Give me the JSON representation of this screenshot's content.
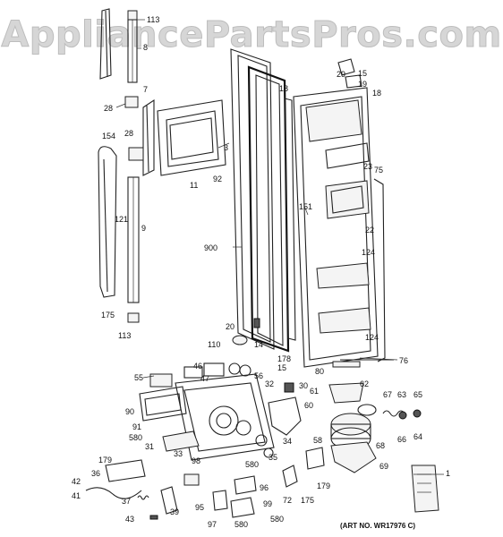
{
  "watermark": "AppliancePartsPros.com",
  "art_number": "(ART NO. WR17976 C)",
  "callouts": [
    "113",
    "8",
    "7",
    "28",
    "28",
    "154",
    "11",
    "3",
    "92",
    "121",
    "9",
    "900",
    "175",
    "113",
    "151",
    "18",
    "29",
    "15",
    "19",
    "18",
    "23",
    "75",
    "22",
    "124",
    "124",
    "20",
    "14",
    "110",
    "178",
    "15",
    "80",
    "76",
    "55",
    "46",
    "56",
    "47",
    "32",
    "30",
    "61",
    "62",
    "67",
    "63",
    "65",
    "90",
    "60",
    "91",
    "580",
    "31",
    "33",
    "34",
    "35",
    "58",
    "66",
    "64",
    "68",
    "69",
    "179",
    "98",
    "36",
    "42",
    "41",
    "37",
    "39",
    "43",
    "95",
    "97",
    "580",
    "96",
    "72",
    "175",
    "99",
    "580",
    "179",
    "580",
    "1"
  ]
}
